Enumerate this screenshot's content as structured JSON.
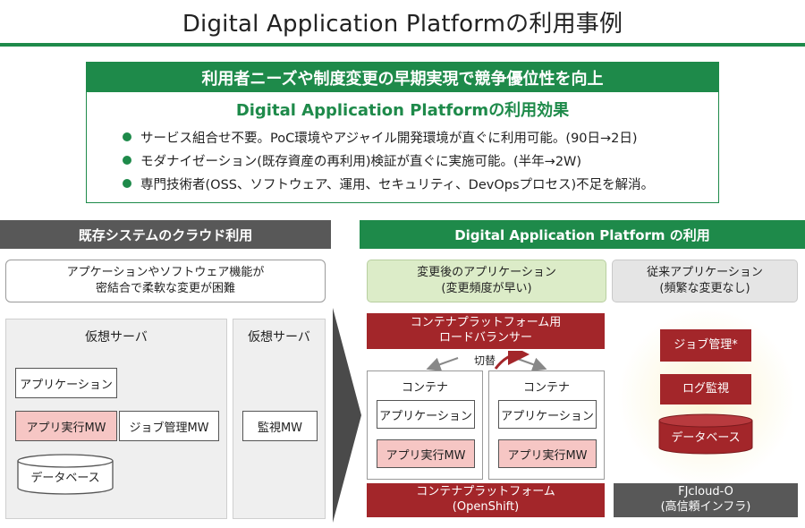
{
  "title": "Digital Application Platformの利用事例",
  "benefit": {
    "header": "利用者ニーズや制度変更の早期実現で競争優位性を向上",
    "subtitle": "Digital Application Platformの利用効果",
    "bullets": [
      "サービス組合せ不要。PoC環境やアジャイル開発環境が直ぐに利用可能。(90日→2日)",
      "モダナイゼーション(既存資産の再利用)検証が直ぐに実施可能。(半年→2W)",
      "専門技術者(OSS、ソフトウェア、運用、セキュリティ、DevOpsプロセス)不足を解消。"
    ]
  },
  "left": {
    "header": "既存システムのクラウド利用",
    "note_line1": "アプケーションやソフトウェア機能が",
    "note_line2": "密結合で柔軟な変更が困難",
    "vs1": {
      "title": "仮想サーバ",
      "app": "アプリケーション",
      "mw": "アプリ実行MW",
      "job": "ジョブ管理MW",
      "db": "データベース"
    },
    "vs2": {
      "title": "仮想サーバ",
      "mon": "監視MW"
    }
  },
  "right": {
    "header": "Digital Application Platform の利用",
    "changed_line1": "変更後のアプリケーション",
    "changed_line2": "(変更頻度が早い)",
    "legacy_line1": "従来アプリケーション",
    "legacy_line2": "(頻繁な変更なし)",
    "lb_line1": "コンテナプラットフォーム用",
    "lb_line2": "ロードバランサー",
    "switch": "切替",
    "containers": [
      {
        "title": "コンテナ",
        "app": "アプリケーション",
        "mw": "アプリ実行MW"
      },
      {
        "title": "コンテナ",
        "app": "アプリケーション",
        "mw": "アプリ実行MW"
      }
    ],
    "platform_line1": "コンテナプラットフォーム",
    "platform_line2": "(OpenShift)",
    "job": "ジョブ管理*",
    "log": "ログ監視",
    "db": "データベース",
    "fj_line1": "FJcloud-O",
    "fj_line2": "(高信頼インフラ)"
  },
  "colors": {
    "green": "#1e8a4a",
    "dark_gray": "#585858",
    "red": "#a3262a",
    "pink": "#f6c6c4",
    "light_green": "#dcecc8"
  }
}
